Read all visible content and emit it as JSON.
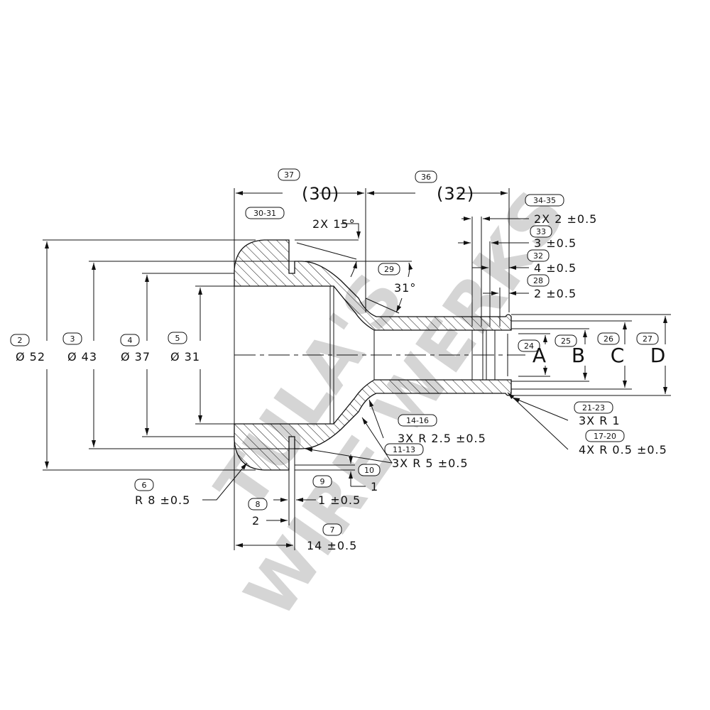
{
  "watermark": {
    "line1": "TULA'S",
    "line2": "WIRE WERKS"
  },
  "dimensions": [
    {
      "balloon": "37",
      "text": "(30)"
    },
    {
      "balloon": "36",
      "text": "(32)"
    },
    {
      "balloon": "30-31",
      "text": "2X 15°"
    },
    {
      "balloon": "34-35",
      "text": "2X 2 ±0.5"
    },
    {
      "balloon": "33",
      "text": "3 ±0.5"
    },
    {
      "balloon": "32",
      "text": "4 ±0.5"
    },
    {
      "balloon": "28",
      "text": "2 ±0.5"
    },
    {
      "balloon": "29",
      "text": "31°"
    },
    {
      "balloon": "2",
      "text": "Ø 52"
    },
    {
      "balloon": "3",
      "text": "Ø 43"
    },
    {
      "balloon": "4",
      "text": "Ø 37"
    },
    {
      "balloon": "5",
      "text": "Ø 31"
    },
    {
      "balloon": "24",
      "text": "A"
    },
    {
      "balloon": "25",
      "text": "B"
    },
    {
      "balloon": "26",
      "text": "C"
    },
    {
      "balloon": "27",
      "text": "D"
    },
    {
      "balloon": "21-23",
      "text": "3X R 1"
    },
    {
      "balloon": "14-16",
      "text": "3X R 2.5 ±0.5"
    },
    {
      "balloon": "17-20",
      "text": "4X R 0.5 ±0.5"
    },
    {
      "balloon": "11-13",
      "text": "3X R 5 ±0.5"
    },
    {
      "balloon": "10",
      "text": "1"
    },
    {
      "balloon": "9",
      "text": "1 ±0.5"
    },
    {
      "balloon": "6",
      "text": "R 8 ±0.5"
    },
    {
      "balloon": "8",
      "text": "2"
    },
    {
      "balloon": "7",
      "text": "14 ±0.5"
    }
  ]
}
